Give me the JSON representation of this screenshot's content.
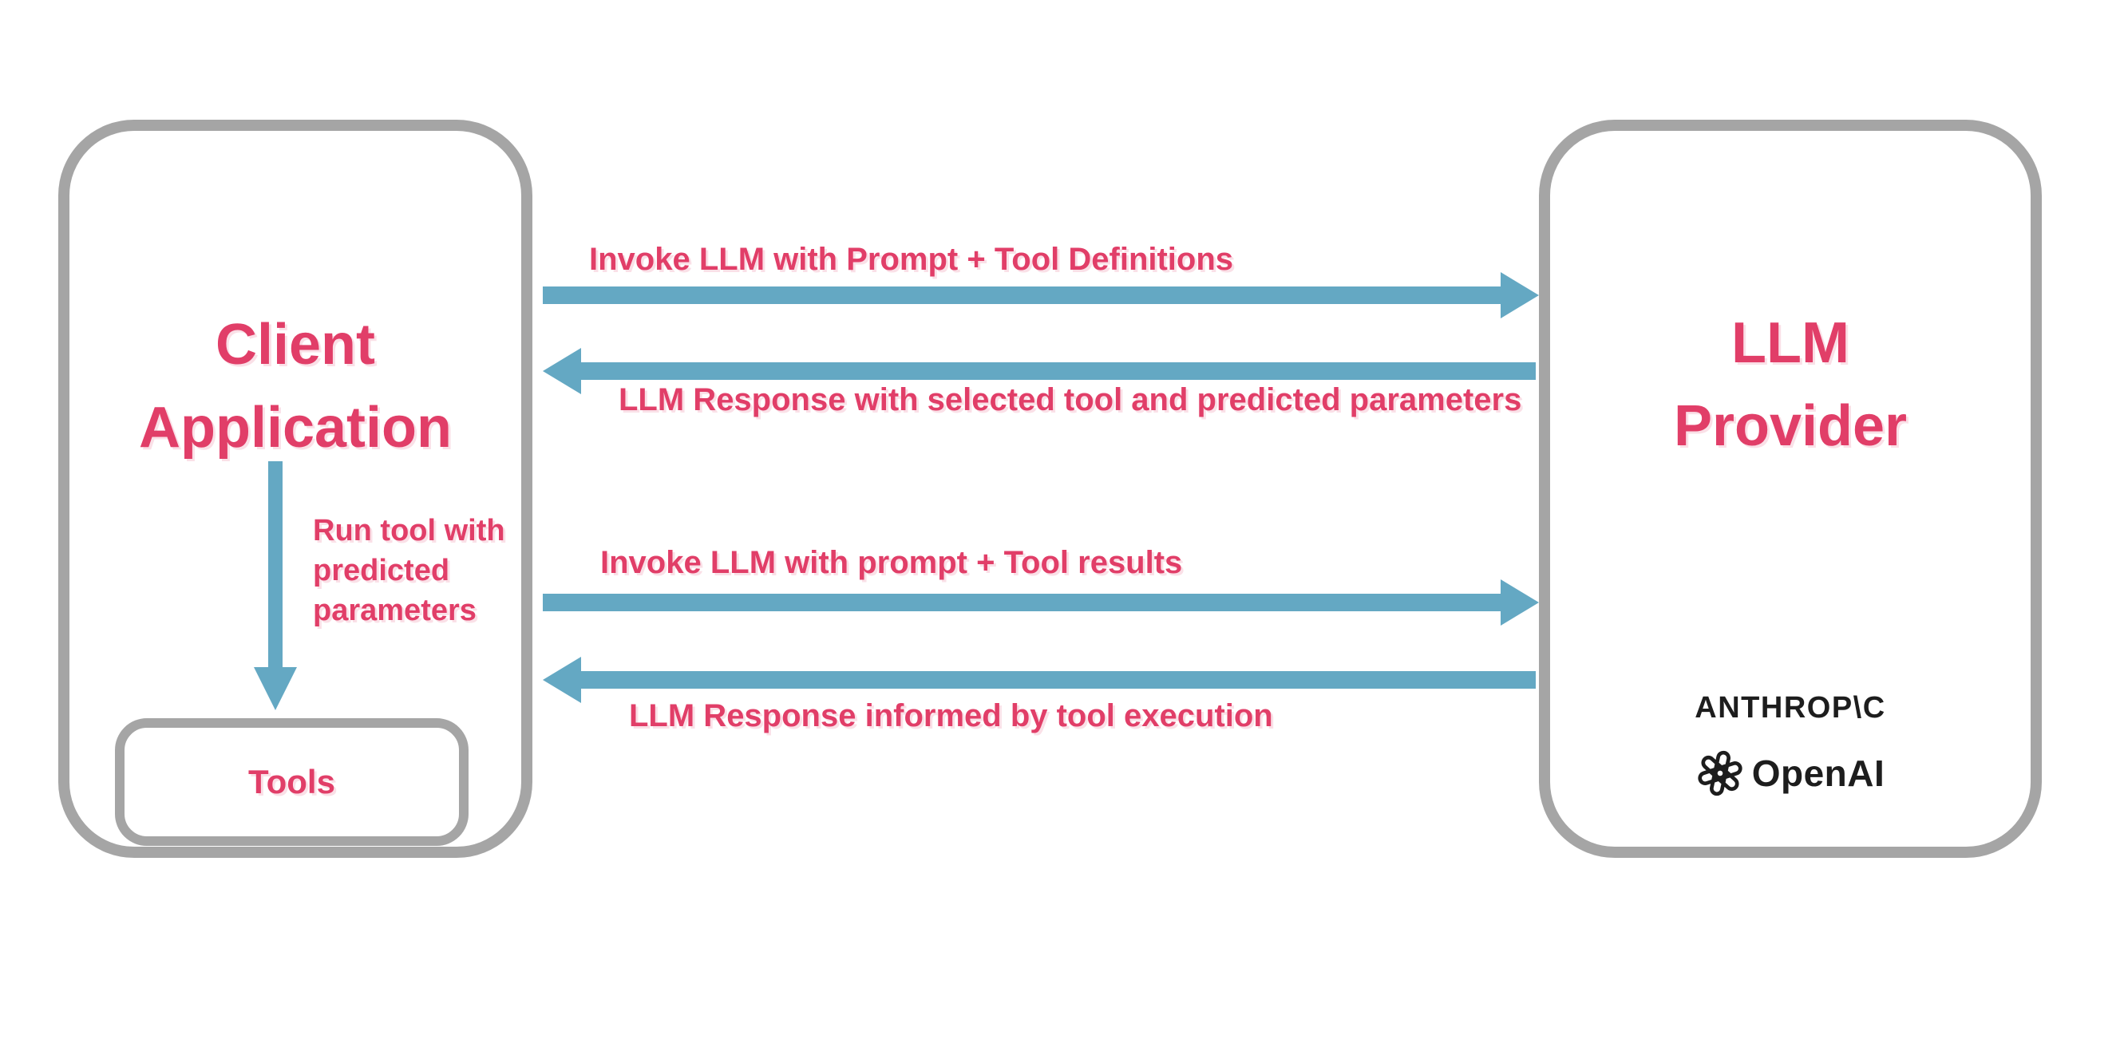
{
  "client_box": {
    "title": "Client\nApplication"
  },
  "run_tool_arrow": {
    "label": "Run tool with\npredicted\nparameters"
  },
  "tools_box": {
    "label": "Tools"
  },
  "llm_box": {
    "title": "LLM\nProvider"
  },
  "providers": {
    "anthropic_wordmark": "ANTHROP\\C",
    "openai_wordmark": "OpenAI"
  },
  "messages": [
    {
      "label": "Invoke LLM with Prompt + Tool Definitions",
      "direction": "right"
    },
    {
      "label": "LLM Response with selected tool and predicted parameters",
      "direction": "left"
    },
    {
      "label": "Invoke LLM with prompt + Tool results",
      "direction": "right"
    },
    {
      "label": "LLM Response informed by tool execution",
      "direction": "left"
    }
  ],
  "colors": {
    "accent_pink": "#e13e68",
    "arrow_blue": "#64a8c3",
    "border_gray": "#a5a5a5",
    "logo_black": "#1d1d1d",
    "background": "#ffffff"
  }
}
